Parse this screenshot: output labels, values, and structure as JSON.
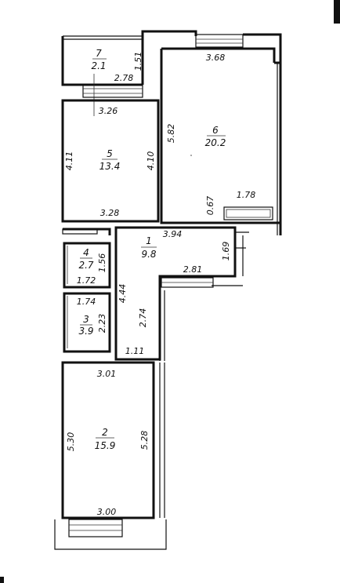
{
  "rooms": [
    {
      "id": "7",
      "area": "2.1",
      "dims": [
        "2.78",
        "1.51"
      ]
    },
    {
      "id": "6",
      "area": "20.2",
      "dims": [
        "3.68",
        "5.82",
        "0.67",
        "1.78"
      ]
    },
    {
      "id": "5",
      "area": "13.4",
      "dims": [
        "3.26",
        "4.11",
        "4.10",
        "3.28"
      ]
    },
    {
      "id": "1",
      "area": "9.8",
      "dims": [
        "3.94",
        "1.69",
        "2.81",
        "4.44",
        "2.74",
        "1.11"
      ]
    },
    {
      "id": "4",
      "area": "2.7",
      "dims": [
        "1.56",
        "1.72"
      ]
    },
    {
      "id": "3",
      "area": "3.9",
      "dims": [
        "1.74",
        "2.23"
      ]
    },
    {
      "id": "2",
      "area": "15.9",
      "dims": [
        "3.01",
        "5.30",
        "5.28",
        "3.00"
      ]
    }
  ]
}
